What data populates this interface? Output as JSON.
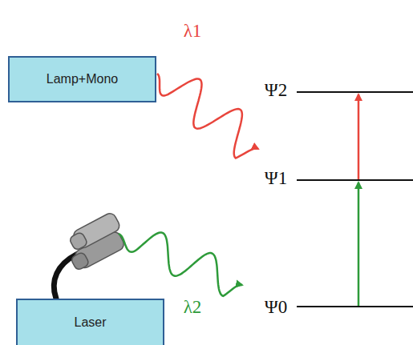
{
  "diagram": {
    "nodes": [
      {
        "text": [
          "Lamp+Mono"
        ]
      },
      {
        "text": [
          "Laser"
        ]
      }
    ],
    "labels": [
      "λ1",
      "Ψ2",
      "Ψ1",
      "λ2",
      "Ψ0"
    ]
  }
}
